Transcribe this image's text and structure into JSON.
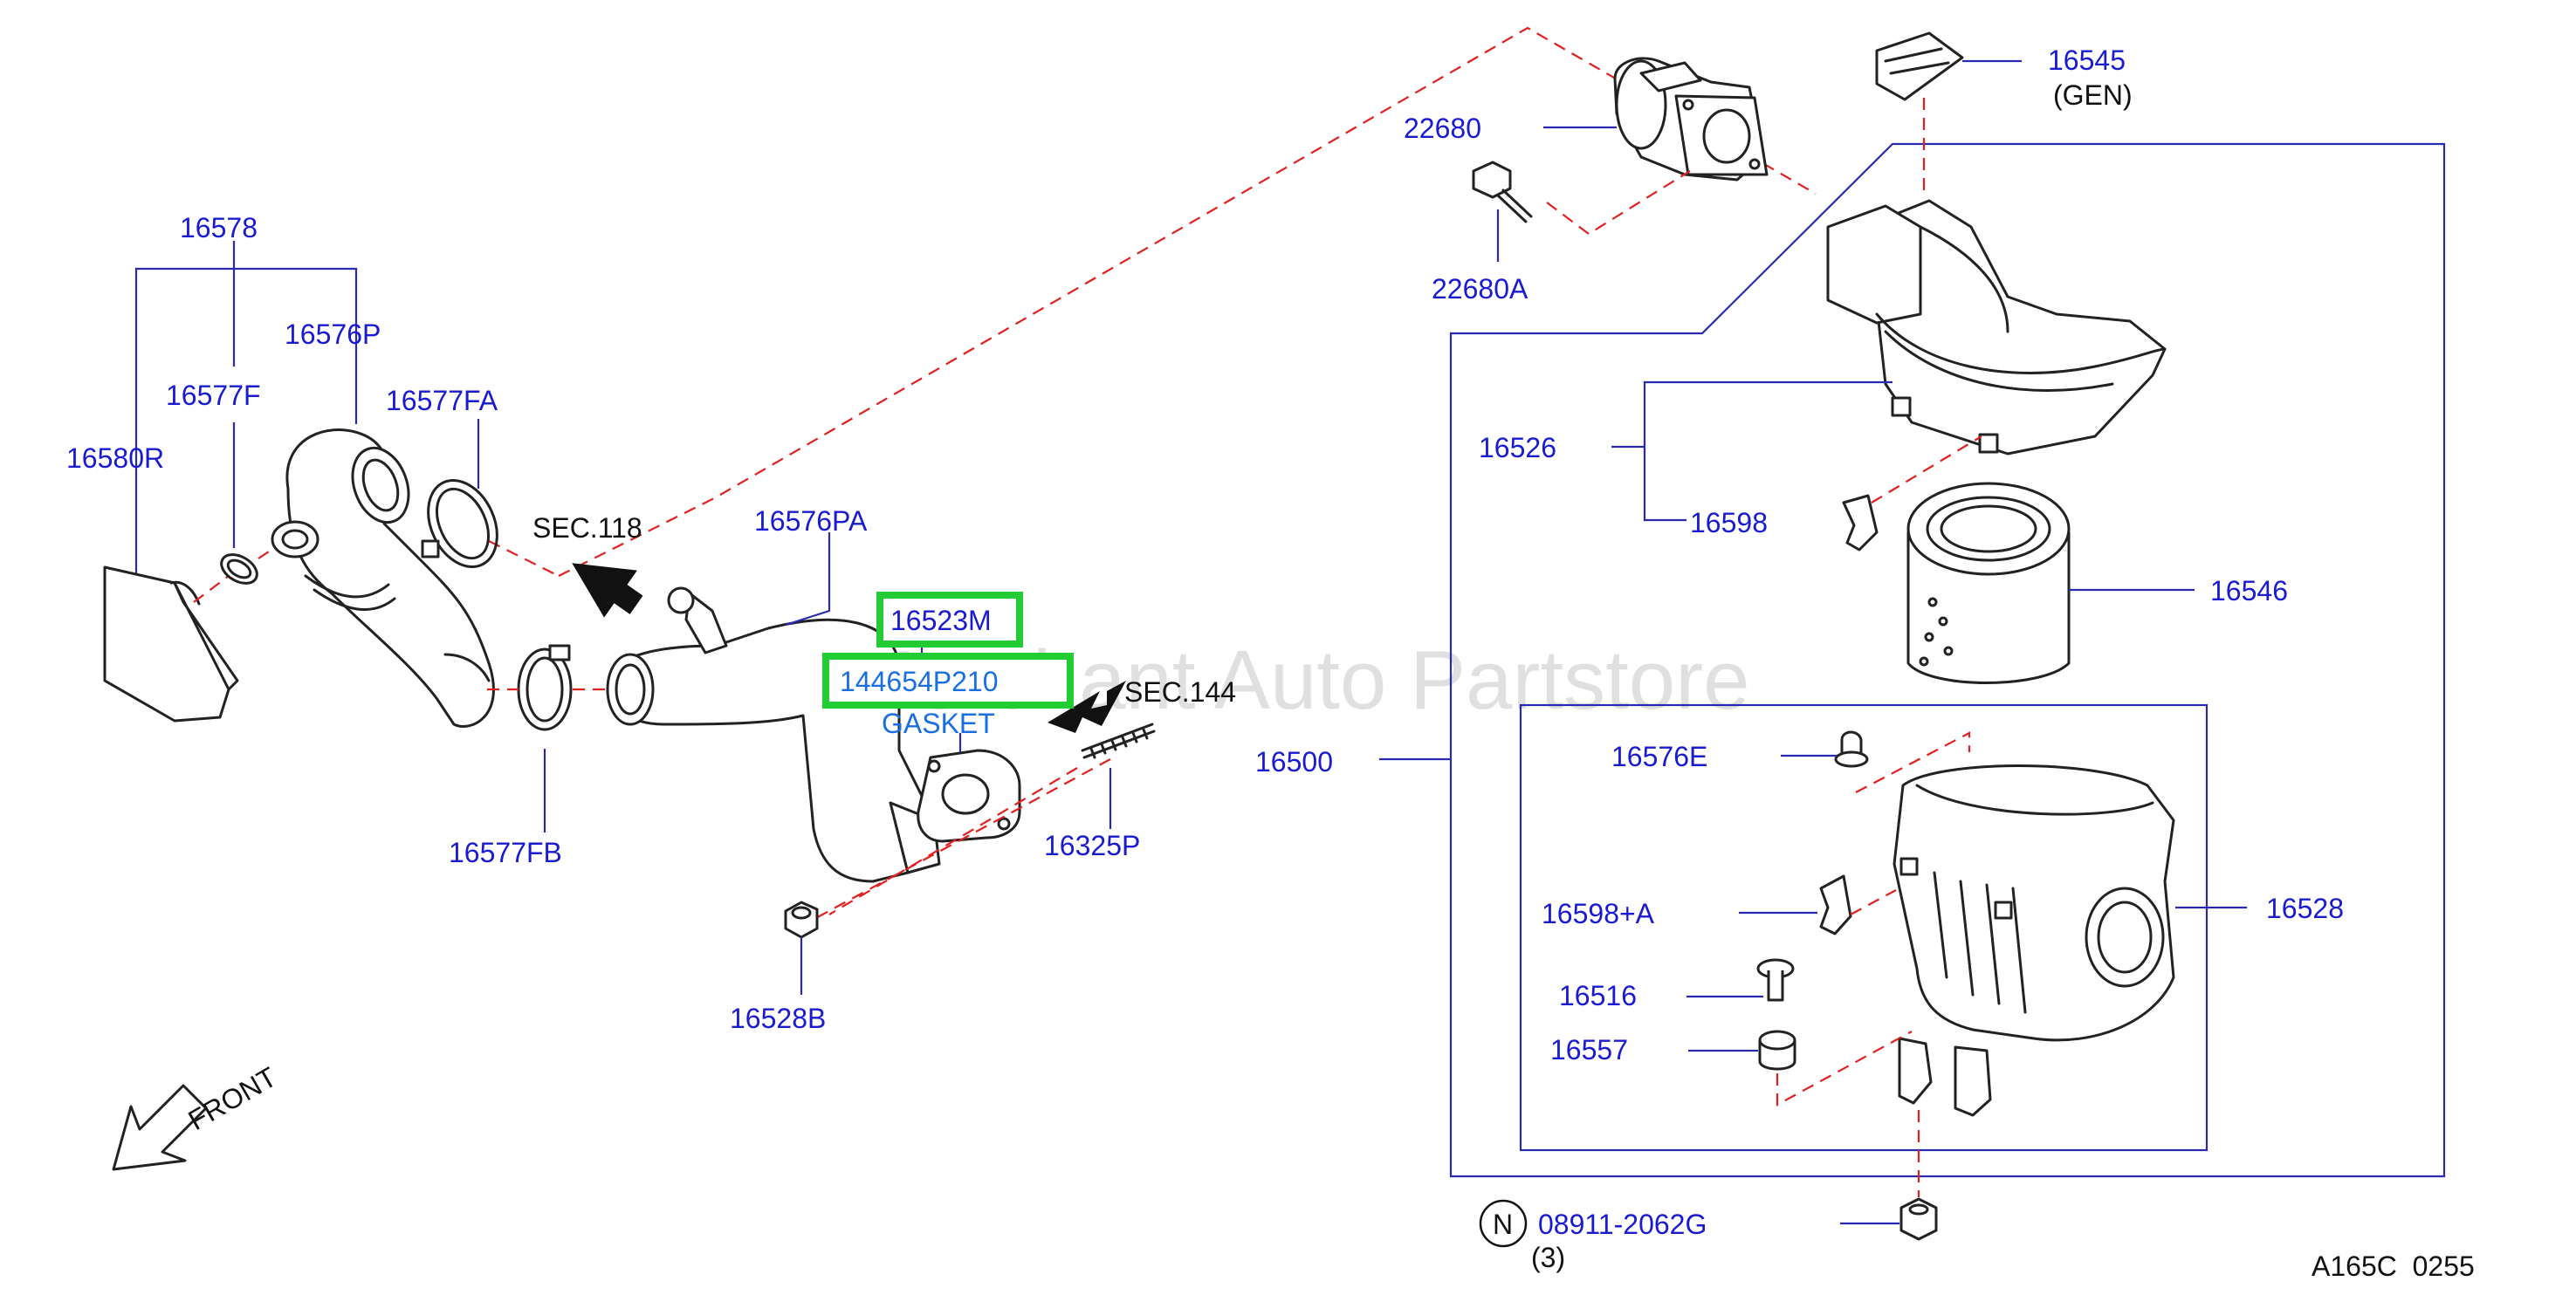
{
  "labels": {
    "p16578": "16578",
    "p16576P": "16576P",
    "p16577F": "16577F",
    "p16577FA": "16577FA",
    "p16580R": "16580R",
    "sec118": "SEC.118",
    "p16576PA": "16576PA",
    "p16523M": "16523M",
    "p144654P210": "144654P210",
    "gasket": "GASKET",
    "sec144": "SEC.144",
    "p16577FB": "16577FB",
    "p16325P": "16325P",
    "p16528B": "16528B",
    "front": "FRONT",
    "p22680": "22680",
    "p22680A": "22680A",
    "p16545": "16545",
    "gen": "(GEN)",
    "p16526": "16526",
    "p16598": "16598",
    "p16546": "16546",
    "p16500": "16500",
    "p16576E": "16576E",
    "p16528": "16528",
    "p16598A": "16598+A",
    "p16516": "16516",
    "p16557": "16557",
    "nMark": "N",
    "p08911": "08911-2062G",
    "qty3": "(3)",
    "code": "A165C  0255"
  },
  "watermark": "Multi Merchant Auto Partstore",
  "colors": {
    "label": "#1a1ad0",
    "highlight_border": "#22cc33",
    "dashed_line": "#e02020",
    "part_outline": "#222222",
    "highlight_text": "#1a6fe0"
  },
  "icons": {
    "sec118_arrow": "arrow-upleft-icon",
    "sec144_arrow": "arrow-right-icon",
    "front_arrow": "front-arrow-icon"
  }
}
